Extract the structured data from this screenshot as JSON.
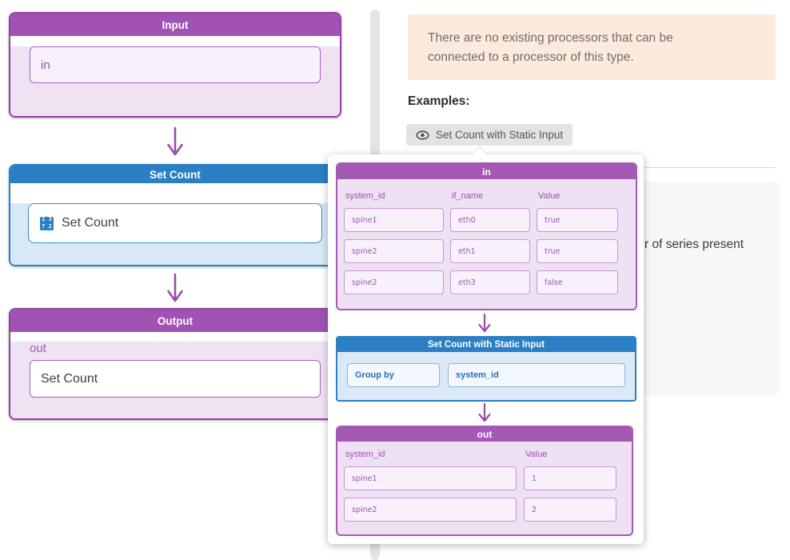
{
  "colors": {
    "purple_header": "#a153b5",
    "purple_border": "#93409f",
    "purple_body": "#eee2f3",
    "blue_header": "#2a7fc5",
    "blue_body": "#d9e8f6",
    "notice_bg": "#fceadd",
    "gray_panel_bg": "#f7f7f8",
    "arrow_purple": "#9b4bab"
  },
  "flow": {
    "input_node": {
      "title": "Input",
      "field_value": "in"
    },
    "set_count_node": {
      "title": "Set Count",
      "field_label": "Set Count",
      "icon": "numbers-icon",
      "icon_digits": [
        "1",
        "3",
        "7",
        "2"
      ]
    },
    "output_node": {
      "title": "Output",
      "port_label": "out",
      "field_value": "Set Count"
    }
  },
  "right_panel": {
    "notice_text": "There are no existing processors that can be connected to a processor of this type.",
    "examples_heading": "Examples:",
    "example_button": {
      "icon": "eye-icon",
      "label": "Set Count with Static Input"
    },
    "partial_text": "r of series present"
  },
  "popup": {
    "in_table": {
      "title": "in",
      "columns": [
        "system_id",
        "if_name",
        "Value"
      ],
      "rows": [
        [
          "spine1",
          "eth0",
          "true"
        ],
        [
          "spine2",
          "eth1",
          "true"
        ],
        [
          "spine2",
          "eth3",
          "false"
        ]
      ]
    },
    "processor_node": {
      "title": "Set Count with Static Input",
      "group_by_label": "Group by",
      "group_by_value": "system_id"
    },
    "out_table": {
      "title": "out",
      "columns": [
        "system_id",
        "Value"
      ],
      "rows": [
        [
          "spine1",
          "1"
        ],
        [
          "spine2",
          "2"
        ]
      ]
    }
  }
}
